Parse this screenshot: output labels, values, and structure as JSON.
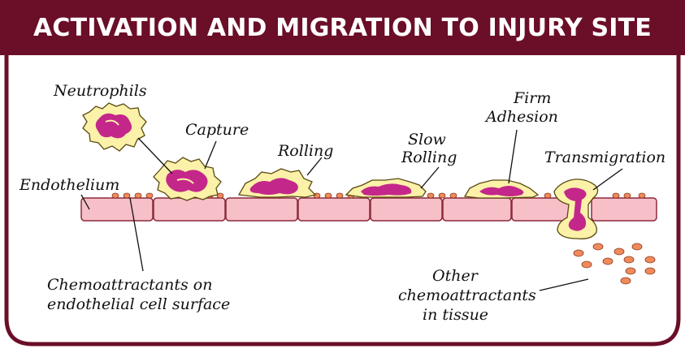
{
  "title": "ACTIVATION AND MIGRATION TO INJURY SITE",
  "colors": {
    "title_bg": "#6b0e27",
    "title_text": "#ffffff",
    "frame": "#6b0e27",
    "endothelium_fill": "#f7bfc8",
    "endothelium_stroke": "#8a2a3c",
    "cell_fill": "#fbf1a8",
    "nucleus": "#c4278a",
    "chemoattractant": "#f08a5d"
  },
  "labels": {
    "neutrophils": "Neutrophils",
    "capture": "Capture",
    "rolling": "Rolling",
    "slow_rolling_1": "Slow",
    "slow_rolling_2": "Rolling",
    "firm_adhesion_1": "Firm",
    "firm_adhesion_2": "Adhesion",
    "transmigration": "Transmigration",
    "endothelium": "Endothelium",
    "chemo_surface_1": "Chemoattractants on",
    "chemo_surface_2": "endothelial cell surface",
    "chemo_tissue_1": "Other",
    "chemo_tissue_2": "chemoattractants",
    "chemo_tissue_3": "in tissue"
  },
  "icons": {
    "cells": "neutrophil-icon",
    "dots": "chemoattractant-dot-icon"
  }
}
